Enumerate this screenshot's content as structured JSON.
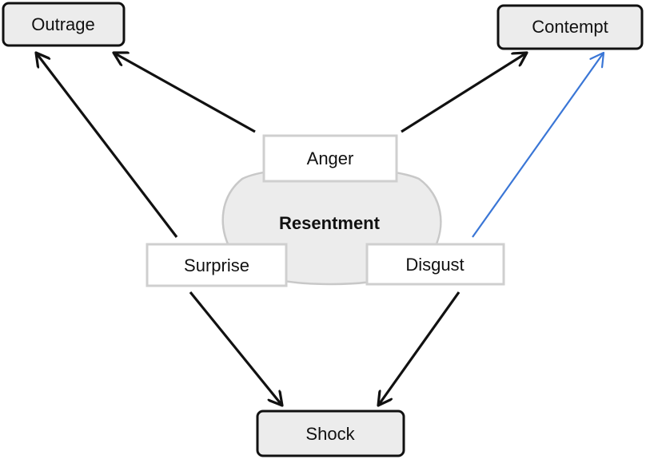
{
  "nodes": {
    "outrage": "Outrage",
    "contempt": "Contempt",
    "anger": "Anger",
    "resentment": "Resentment",
    "surprise": "Surprise",
    "disgust": "Disgust",
    "shock": "Shock"
  },
  "colors": {
    "outcome_fill": "#ececec",
    "outcome_stroke": "#111111",
    "emotion_stroke": "#cfcfcf",
    "cloud_fill": "#ececec",
    "cloud_stroke": "#c8c8c8",
    "arrow_black": "#111111",
    "arrow_blue": "#3a76d6"
  }
}
